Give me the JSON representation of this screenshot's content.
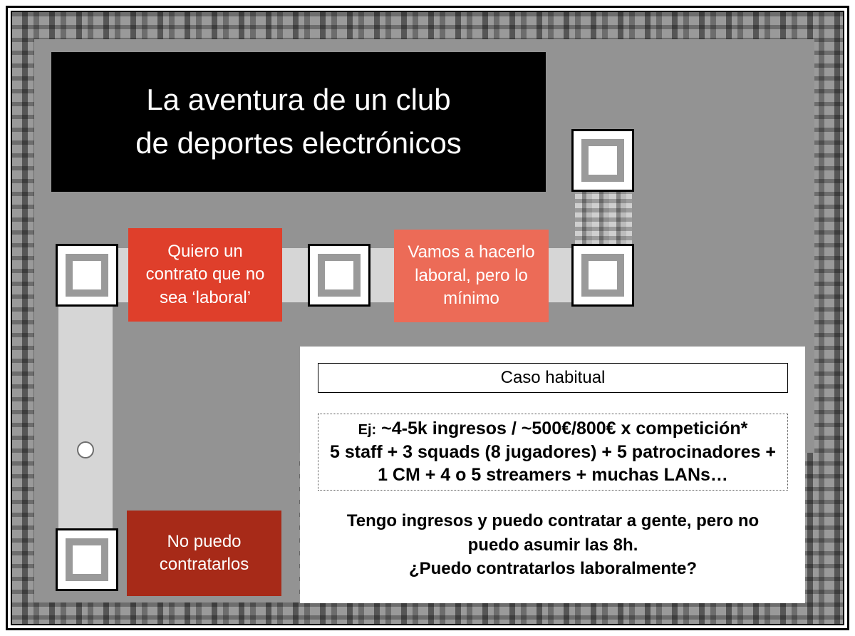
{
  "title": "La aventura de un club\nde deportes electrónicos",
  "cards": {
    "contrato_no_laboral": "Quiero un\ncontrato que no\nsea ‘laboral’",
    "hacerlo_laboral": "Vamos a hacerlo\nlaboral, pero lo\nmínimo",
    "no_puedo": "No puedo\ncontratarlos"
  },
  "panel": {
    "heading": "Caso habitual",
    "example_prefix": "Ej:",
    "example_line1": "~4-5k ingresos / ~500€/800€ x competición*",
    "example_line2": "5 staff + 3 squads (8 jugadores) + 5 patrocinadores +",
    "example_line3": "1 CM + 4 o 5 streamers + muchas LANs…",
    "statement": "Tengo ingresos y puedo contratar a gente, pero no\npuedo asumir las 8h.",
    "question": "¿Puedo contratarlos laboralmente?"
  },
  "colors": {
    "card_contrato_no_laboral": "#df3f2b",
    "card_hacerlo_laboral": "#ec6b57",
    "card_no_puedo": "#a72a18",
    "board": "#939393",
    "path": "#d6d6d6"
  }
}
